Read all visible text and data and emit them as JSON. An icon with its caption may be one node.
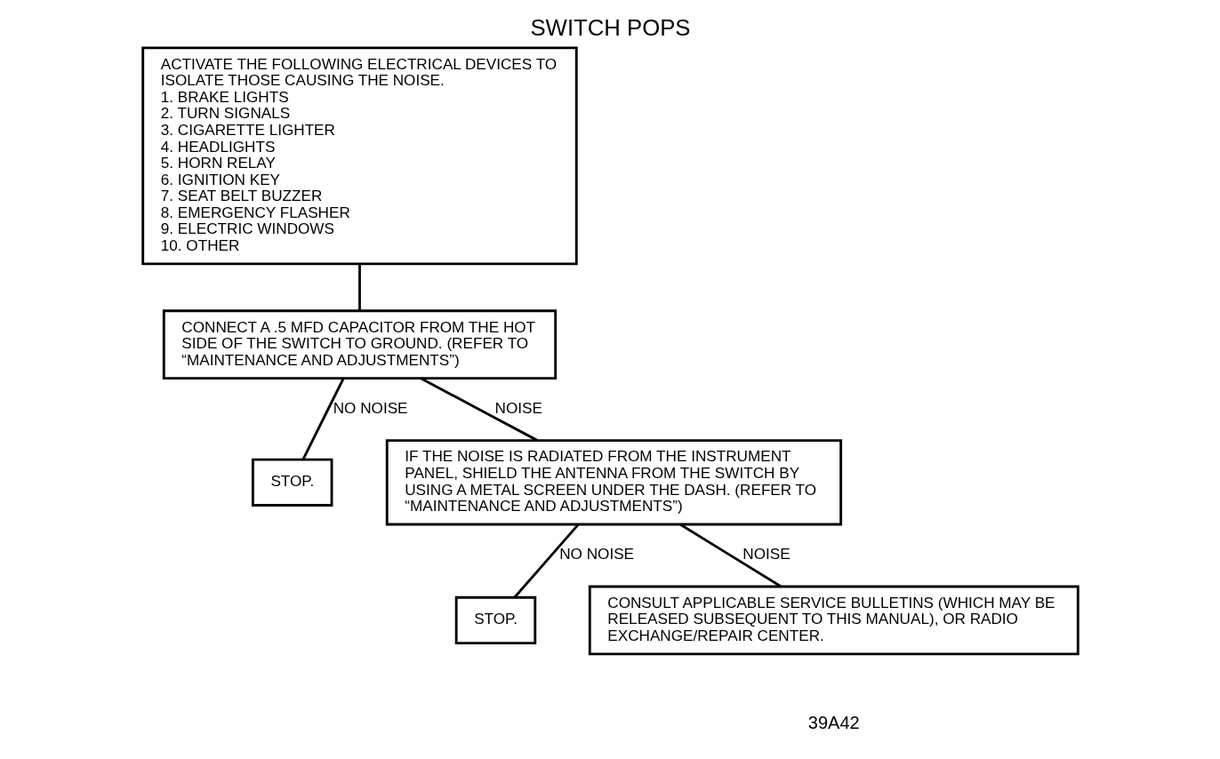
{
  "diagram": {
    "title": "SWITCH POPS",
    "nodes": [
      {
        "text": [
          "ACTIVATE THE FOLLOWING ELECTRICAL DEVICES TO ISOLATE THOSE CAUSING THE NOISE.",
          "1. BRAKE LIGHTS",
          "2. TURN SIGNALS",
          "3. CIGARETTE LIGHTER",
          "4. HEADLIGHTS",
          "5. HORN RELAY",
          "6. IGNITION KEY",
          "7. SEAT BELT BUZZER",
          "8. EMERGENCY FLASHER",
          "9. ELECTRIC WINDOWS",
          "10. OTHER"
        ]
      },
      {
        "text": [
          "CONNECT A .5 MFD CAPACITOR FROM THE HOT SIDE OF THE SWITCH TO GROUND. (REFER TO “MAINTENANCE AND ADJUSTMENTS”)"
        ]
      },
      {
        "text": [
          "STOP."
        ]
      },
      {
        "text": [
          "IF THE NOISE IS RADIATED FROM THE INSTRUMENT PANEL, SHIELD THE ANTENNA FROM THE SWITCH BY USING A METAL SCREEN UNDER THE DASH. (REFER TO “MAINTENANCE AND ADJUSTMENTS”)"
        ]
      },
      {
        "text": [
          "STOP."
        ]
      },
      {
        "text": [
          "CONSULT APPLICABLE SERVICE BULLETINS (WHICH MAY BE RELEASED SUBSEQUENT TO THIS MANUAL), OR RADIO EXCHANGE/REPAIR CENTER."
        ]
      }
    ],
    "edges": [
      {
        "from": 0,
        "to": 1,
        "arrow": "none"
      },
      {
        "from": 1,
        "to": 2,
        "arrow": "none",
        "label": "NO NOISE"
      },
      {
        "from": 1,
        "to": 3,
        "arrow": "none",
        "label": "NOISE"
      },
      {
        "from": 3,
        "to": 4,
        "arrow": "none",
        "label": "NO NOISE"
      },
      {
        "from": 3,
        "to": 5,
        "arrow": "none",
        "label": "NOISE"
      }
    ],
    "labels": [
      "39A42"
    ]
  }
}
